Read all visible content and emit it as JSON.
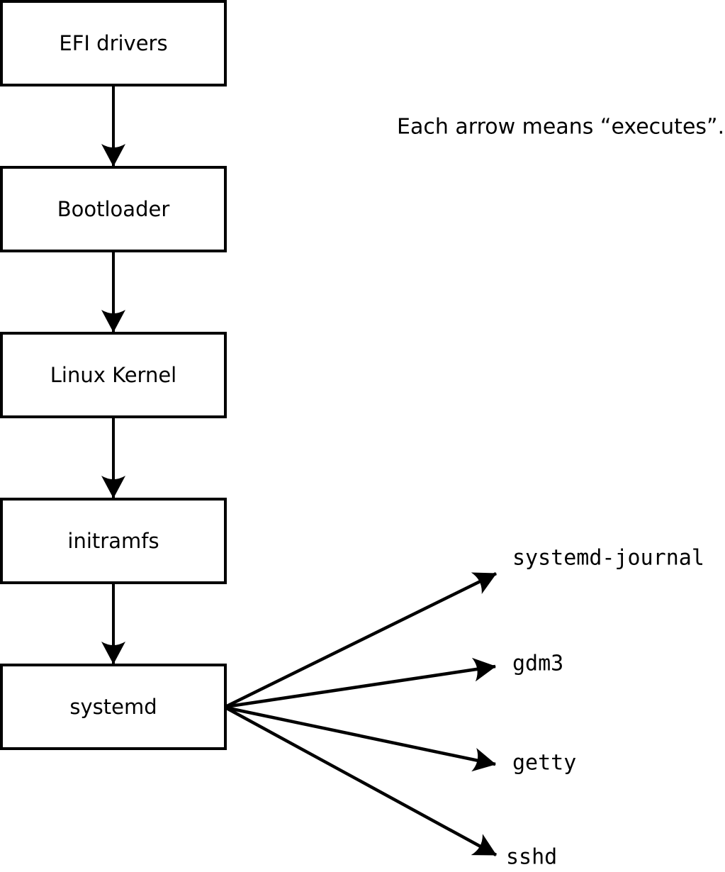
{
  "diagram": {
    "caption": "Each arrow means “executes”.",
    "arrow_meaning": "executes",
    "chain": [
      {
        "label": "EFI drivers"
      },
      {
        "label": "Bootloader"
      },
      {
        "label": "Linux Kernel"
      },
      {
        "label": "initramfs"
      },
      {
        "label": "systemd"
      }
    ],
    "spawned": [
      {
        "label": "systemd-journal"
      },
      {
        "label": "gdm3"
      },
      {
        "label": "getty"
      },
      {
        "label": "sshd"
      }
    ],
    "colors": {
      "stroke": "#000000",
      "box_fill": "#ffffff",
      "text": "#000000",
      "background": "#ffffff"
    }
  }
}
